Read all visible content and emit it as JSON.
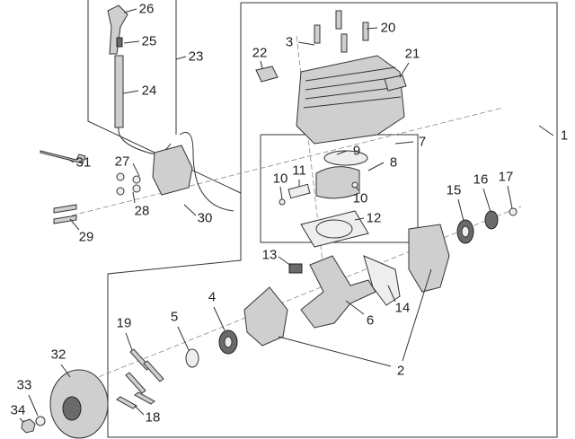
{
  "diagram": {
    "callouts": [
      "26",
      "25",
      "23",
      "24",
      "20",
      "3",
      "22",
      "21",
      "1",
      "7",
      "9",
      "8",
      "31",
      "27",
      "11",
      "10",
      "10",
      "15",
      "16",
      "17",
      "28",
      "30",
      "12",
      "29",
      "13",
      "14",
      "4",
      "5",
      "6",
      "19",
      "2",
      "32",
      "33",
      "18",
      "34"
    ]
  },
  "colors": {
    "line": "#333333",
    "part": "#cfcfcf",
    "part_dark": "#6a6a6a"
  }
}
